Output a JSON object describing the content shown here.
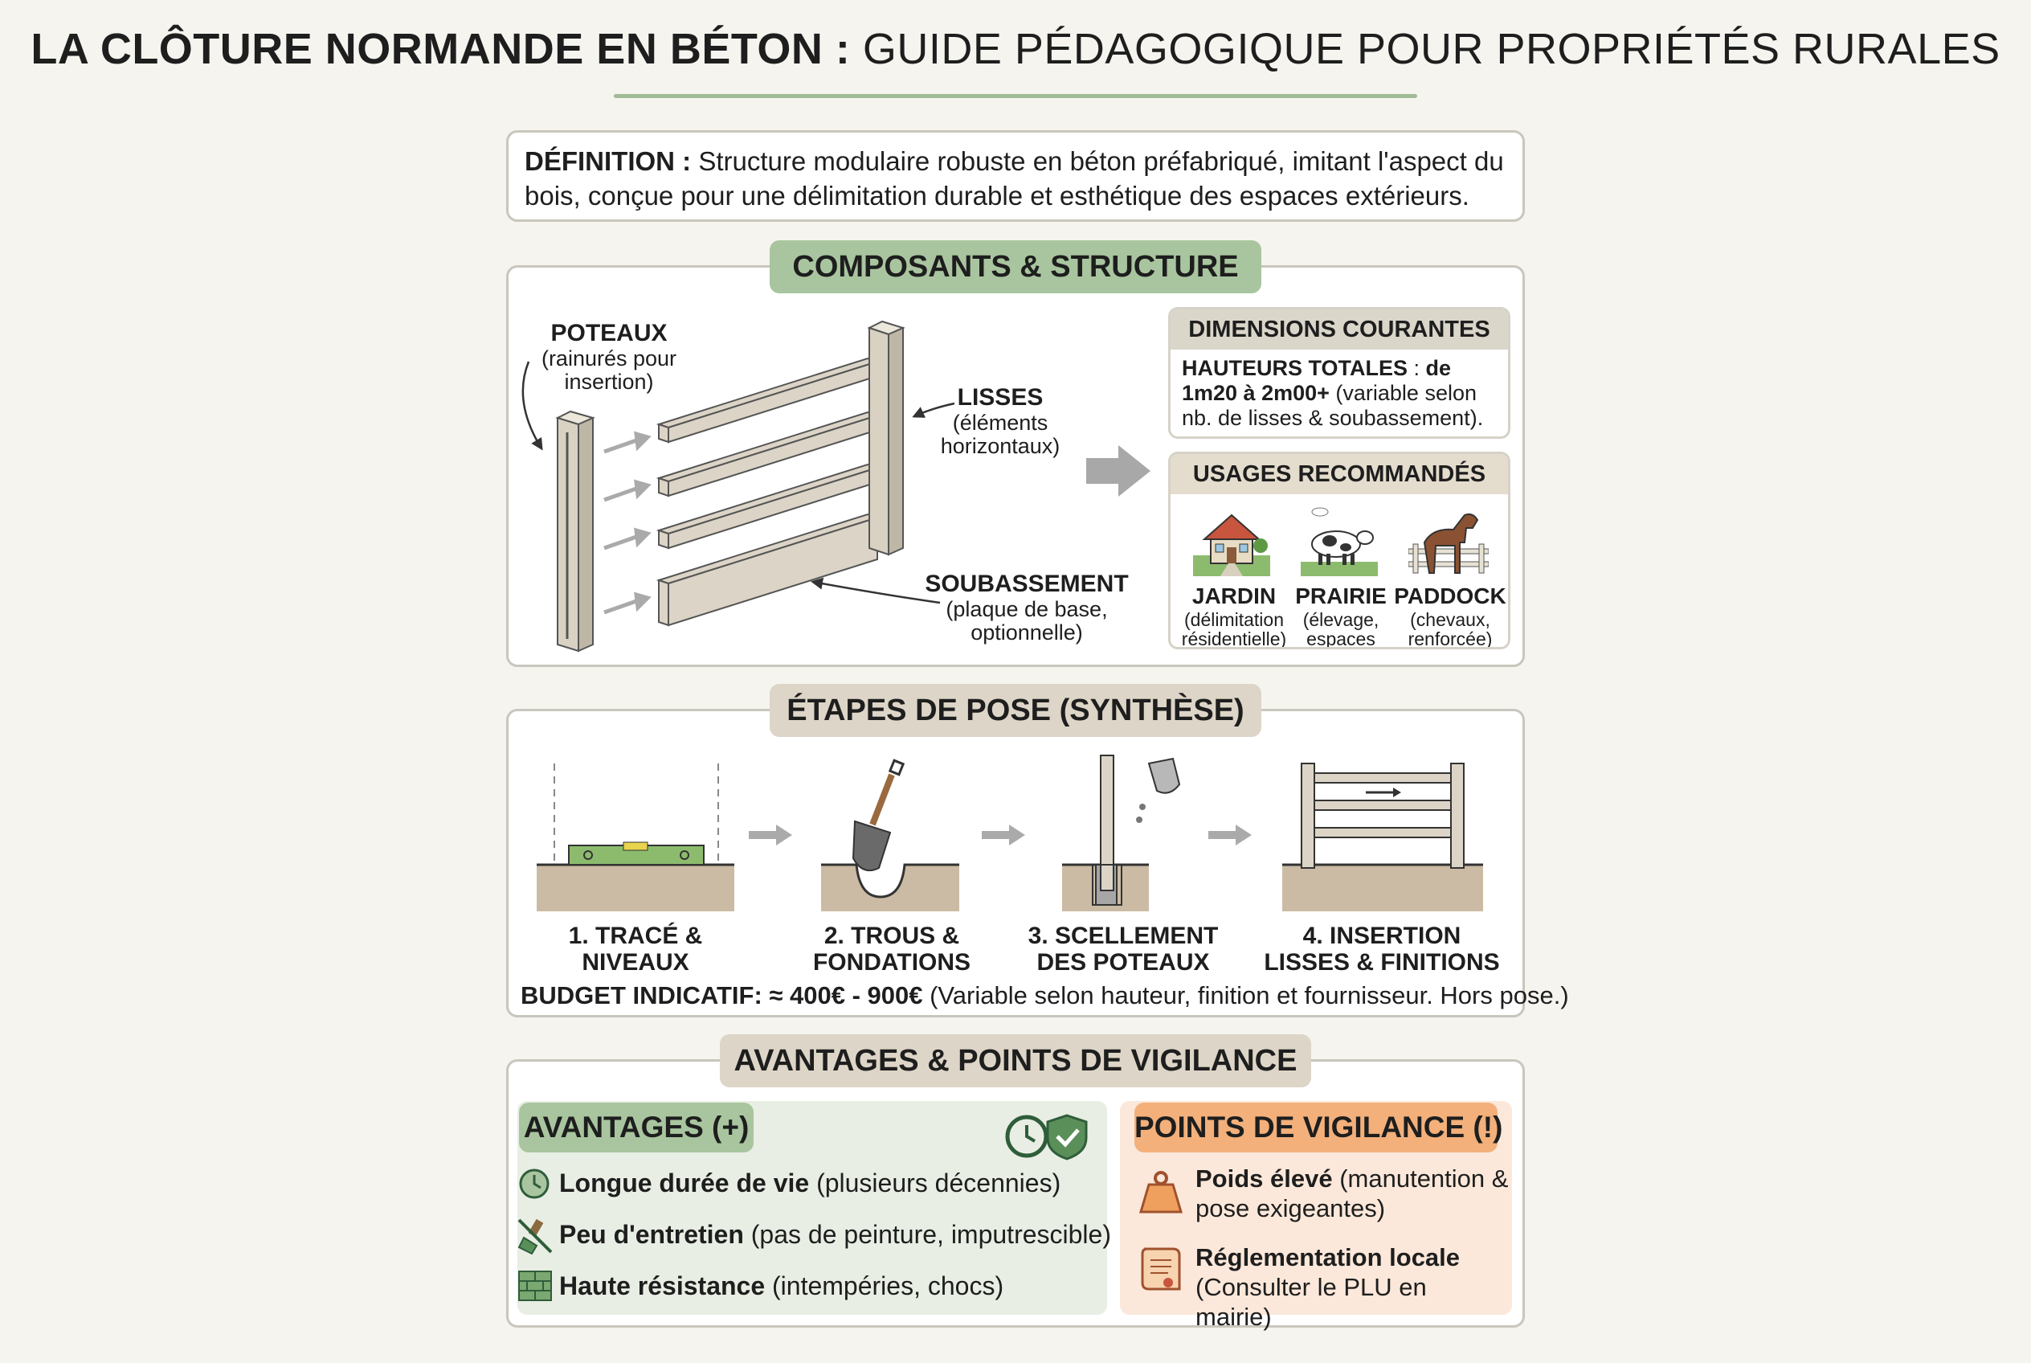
{
  "title": {
    "bold": "LA CLÔTURE NORMANDE EN BÉTON :",
    "light": "GUIDE PÉDAGOGIQUE POUR PROPRIÉTÉS RURALES"
  },
  "definition": {
    "label": "DÉFINITION :",
    "text": "Structure modulaire robuste en béton préfabriqué, imitant l'aspect du bois, conçue pour une délimitation durable et esthétique des espaces extérieurs."
  },
  "composants": {
    "title": "COMPOSANTS & STRUCTURE",
    "poteaux": {
      "title": "POTEAUX",
      "desc": "(rainurés pour insertion)"
    },
    "lisses": {
      "title": "LISSES",
      "desc": "(éléments horizontaux)"
    },
    "soubassement": {
      "title": "SOUBASSEMENT",
      "desc": "(plaque de base, optionnelle)"
    },
    "dimensions": {
      "title": "DIMENSIONS COURANTES",
      "bold1": "HAUTEURS TOTALES",
      "mid": " : ",
      "bold2": "de 1m20 à 2m00+",
      "rest": " (variable selon nb. de lisses & soubassement)."
    },
    "usages": {
      "title": "USAGES RECOMMANDÉS",
      "items": [
        {
          "title": "JARDIN",
          "desc": "(délimitation résidentielle)",
          "icon": "house-icon"
        },
        {
          "title": "PRAIRIE",
          "desc": "(élevage, espaces",
          "icon": "cow-icon"
        },
        {
          "title": "PADDOCK",
          "desc": "(chevaux, renforcée)",
          "icon": "horse-icon"
        }
      ]
    }
  },
  "etapes": {
    "title": "ÉTAPES DE POSE (SYNTHÈSE)",
    "steps": [
      {
        "label": "1. TRACÉ & NIVEAUX",
        "icon": "level-icon"
      },
      {
        "label": "2. TROUS & FONDATIONS",
        "icon": "shovel-icon"
      },
      {
        "label": "3. SCELLEMENT DES POTEAUX",
        "icon": "concrete-bucket-icon"
      },
      {
        "label": "4. INSERTION LISSES & FINITIONS",
        "icon": "finished-fence-icon"
      }
    ],
    "budget": {
      "label": "BUDGET INDICATIF: ≈ 400€ - 900€",
      "note": " (Variable selon hauteur, finition et fournisseur. Hors pose.)"
    }
  },
  "avantages_section": {
    "title": "AVANTAGES & POINTS DE VIGILANCE",
    "avantages": {
      "title": "AVANTAGES (+)",
      "items": [
        {
          "bold": "Longue durée de vie",
          "rest": " (plusieurs décennies)",
          "icon": "clock-icon"
        },
        {
          "bold": "Peu d'entretien",
          "rest": " (pas de peinture, imputrescible)",
          "icon": "no-brush-icon"
        },
        {
          "bold": "Haute résistance",
          "rest": " (intempéries, chocs)",
          "icon": "brick-wall-icon"
        }
      ]
    },
    "vigilance": {
      "title": "POINTS DE VIGILANCE (!)",
      "items": [
        {
          "bold": "Poids élevé",
          "rest": " (manutention & pose exigeantes)",
          "icon": "weight-icon"
        },
        {
          "bold": "Réglementation locale",
          "rest": " (Consulter le PLU en mairie)",
          "icon": "scroll-icon"
        }
      ]
    }
  },
  "colors": {
    "green_header": "#a9c59f",
    "beige_header": "#ddd5c7",
    "orange_header": "#f3b07b",
    "concrete": "#dcd5c7",
    "soil": "#cbbba4"
  }
}
